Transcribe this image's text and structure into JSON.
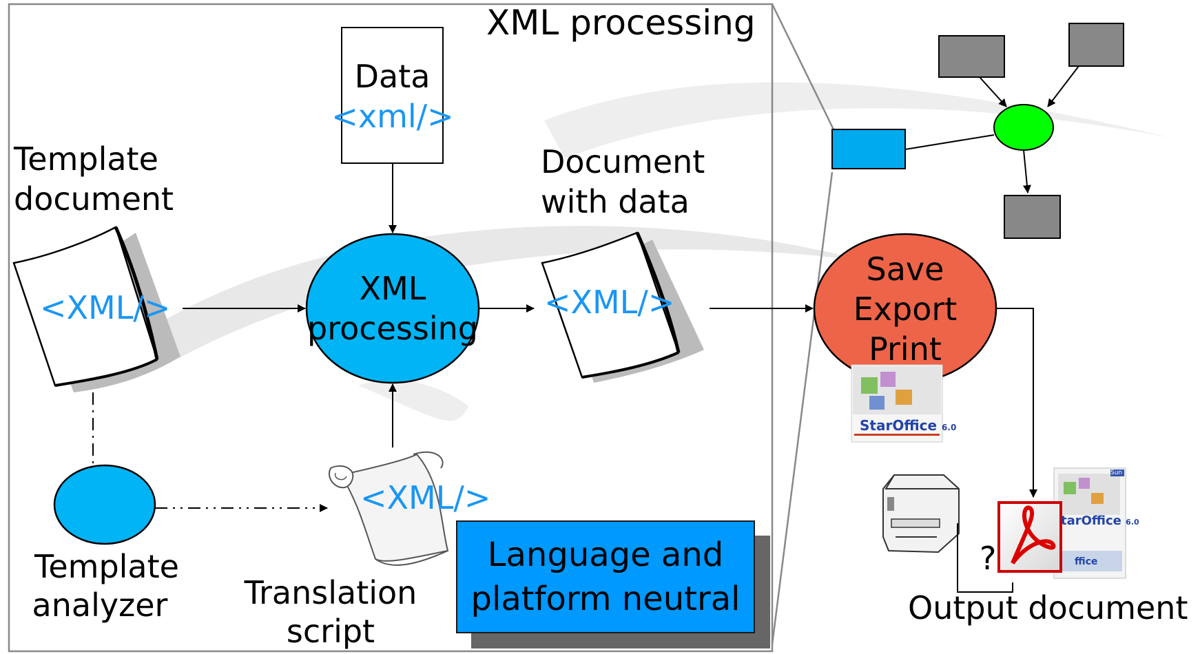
{
  "panel": {
    "title": "XML processing"
  },
  "data_box": {
    "title": "Data",
    "tag": "<xml/>"
  },
  "template_document": {
    "label_line1": "Template",
    "label_line2": "document",
    "tag": "<XML/>"
  },
  "processor": {
    "line1": "XML",
    "line2": "processing"
  },
  "document_with_data": {
    "label_line1": "Document",
    "label_line2": "with data",
    "tag": "<XML/>"
  },
  "template_analyzer": {
    "label_line1": "Template",
    "label_line2": "analyzer"
  },
  "translation_script": {
    "label_line1": "Translation",
    "label_line2": "script",
    "tag": "<XML/>"
  },
  "neutral_box": {
    "line1": "Language and",
    "line2": "platform neutral"
  },
  "output_step": {
    "line1": "Save",
    "line2": "Export",
    "line3": "Print"
  },
  "output_document": {
    "label": "Output document",
    "question": "?"
  },
  "product_box": {
    "brand": "StarOffice",
    "version": "6.0",
    "brand_short": "tarOffice",
    "version_short": "6.0",
    "sun": "Sun",
    "ffice": "ffice"
  },
  "colors": {
    "panel_border": "#888888",
    "processor_fill": "#00b4f5",
    "analyzer_fill": "#00b4f5",
    "output_fill": "#ee6448",
    "graph_node_fill": "#00ff00",
    "graph_box_fill": "#888888",
    "graph_blue_fill": "#00aaee",
    "neutral_fill": "#0099ff",
    "xml_text": "#1a96f2"
  }
}
